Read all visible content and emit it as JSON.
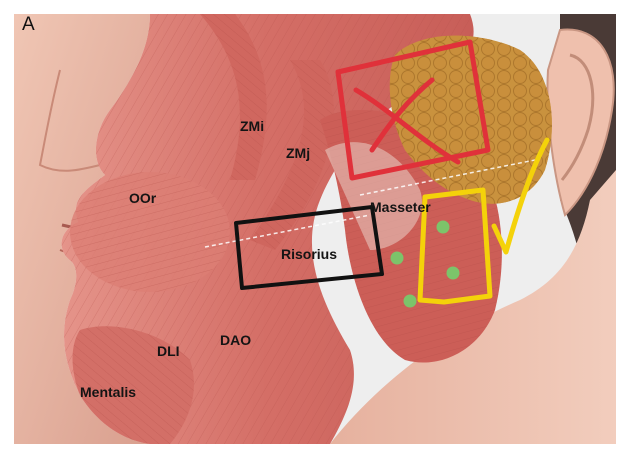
{
  "figure": {
    "panel_letter": "A",
    "labels": {
      "zmi": "ZMi",
      "zmj": "ZMj",
      "oor": "OOr",
      "masseter": "Masseter",
      "risorius": "Risorius",
      "dao": "DAO",
      "dli": "DLI",
      "mentalis": "Mentalis"
    },
    "annotations": {
      "red_box_marker": "X",
      "yellow_check_marker": "check"
    },
    "colors": {
      "muscle": "#d9756c",
      "skin": "#e8b8a6",
      "parotid": "#c9923e",
      "red_annotation": "#e0313a",
      "yellow_annotation": "#f4d20a",
      "black_annotation": "#111111",
      "injection_dot": "#7cc46a"
    },
    "injection_points": 4
  }
}
